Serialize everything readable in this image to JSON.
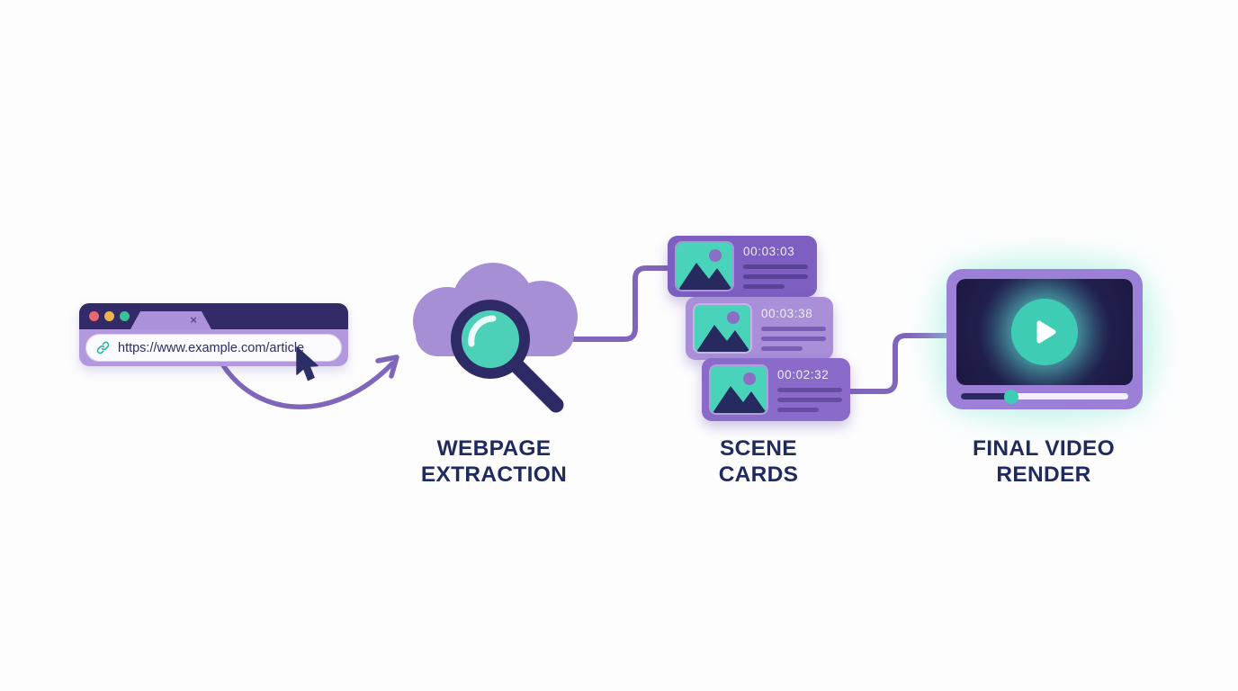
{
  "browser": {
    "url": "https://www.example.com/article",
    "close_icon": "×"
  },
  "cards": [
    {
      "timestamp": "00:03:03"
    },
    {
      "timestamp": "00:03:38"
    },
    {
      "timestamp": "00:02:32"
    }
  ],
  "labels": {
    "step1_line1": "WEBPAGE",
    "step1_line2": "EXTRACTION",
    "step2_line1": "SCENE",
    "step2_line2": "CARDS",
    "step3_line1": "FINAL VIDEO",
    "step3_line2": "RENDER"
  },
  "colors": {
    "navy": "#232a5e",
    "purple": "#8b6fc7",
    "light_purple": "#ab91da",
    "teal": "#3ecdb4",
    "glow": "#c8f0e8",
    "dot_red": "#e8696e",
    "dot_yellow": "#eeb44e",
    "dot_green": "#3cc193"
  },
  "icons": {
    "link": "chain-link-icon",
    "search": "magnifier-icon",
    "play": "play-icon",
    "cursor": "cursor-icon",
    "image": "image-placeholder-icon"
  }
}
